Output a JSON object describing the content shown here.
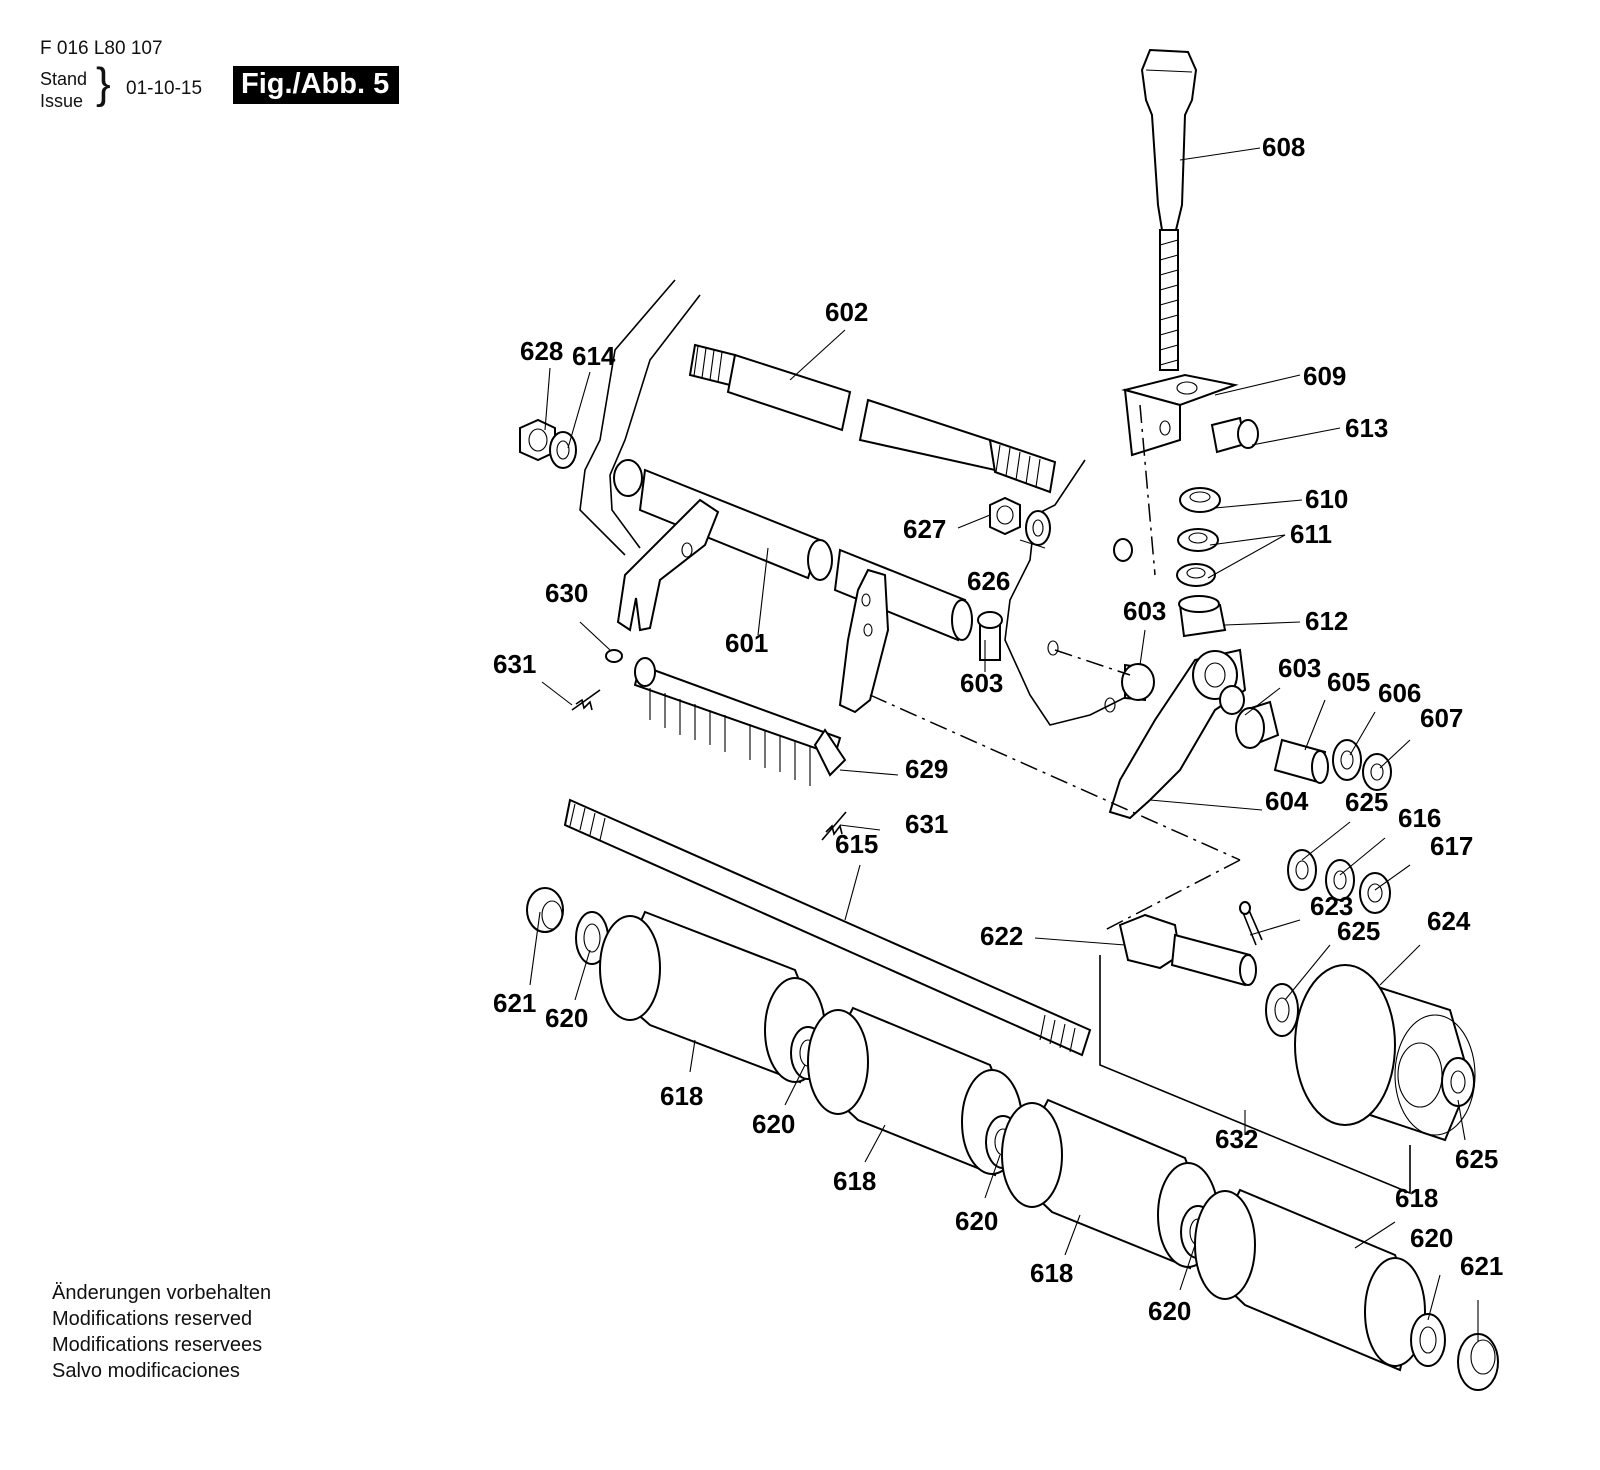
{
  "header": {
    "doc_number": "F 016 L80 107",
    "stand_label": "Stand",
    "issue_label": "Issue",
    "brace": "}",
    "date": "01-10-15",
    "figure": "Fig./Abb. 5"
  },
  "notes": {
    "line1": "Änderungen vorbehalten",
    "line2": "Modifications reserved",
    "line3": "Modifications reservees",
    "line4": "Salvo modificaciones"
  },
  "parts": {
    "p601": "601",
    "p602": "602",
    "p603a": "603",
    "p603b": "603",
    "p603c": "603",
    "p604": "604",
    "p605": "605",
    "p606": "606",
    "p607": "607",
    "p608": "608",
    "p609": "609",
    "p610": "610",
    "p611": "611",
    "p612": "612",
    "p613": "613",
    "p614": "614",
    "p615": "615",
    "p616": "616",
    "p617": "617",
    "p618a": "618",
    "p618b": "618",
    "p618c": "618",
    "p618d": "618",
    "p620a": "620",
    "p620b": "620",
    "p620c": "620",
    "p620d": "620",
    "p620e": "620",
    "p621a": "621",
    "p621b": "621",
    "p622": "622",
    "p623": "623",
    "p624": "624",
    "p625a": "625",
    "p625b": "625",
    "p625c": "625",
    "p626": "626",
    "p627": "627",
    "p628": "628",
    "p629": "629",
    "p630": "630",
    "p631a": "631",
    "p631b": "631",
    "p632": "632"
  }
}
